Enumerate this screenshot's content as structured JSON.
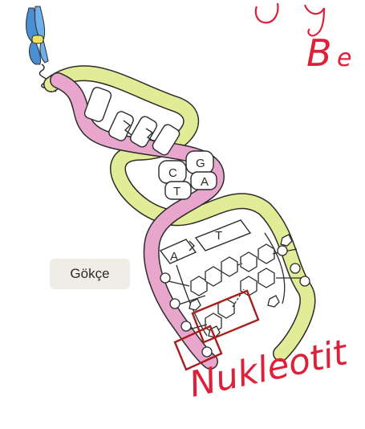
{
  "label": {
    "name": "Gökçe"
  },
  "bases": {
    "c": "C",
    "g": "G",
    "t": "T",
    "a": "A"
  },
  "annotations": {
    "nucleotide": "Nukleotit",
    "top_partial_1": "B",
    "top_partial_2": "e"
  },
  "colors": {
    "strand_pink": "#e8a6cc",
    "strand_yellow": "#e2ec96",
    "outline": "#2b2b2b",
    "chromosome_blue": "#4a8fd4",
    "chromosome_yellow": "#f0e060",
    "highlight_box": "#a81e1e",
    "handwriting": "#e0203a",
    "label_bg": "#f0ece6"
  }
}
